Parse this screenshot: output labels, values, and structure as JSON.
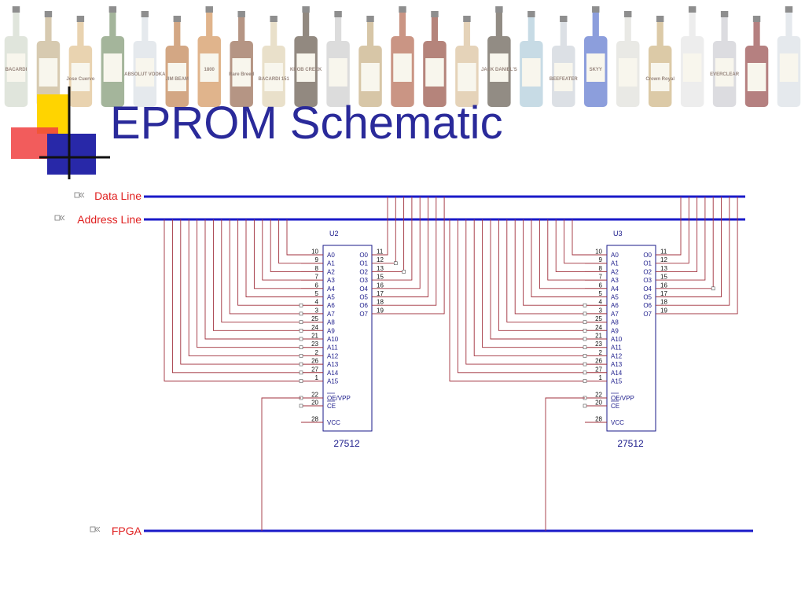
{
  "slide": {
    "title": "EPROM Schematic",
    "colors": {
      "title": "#2a2a9a",
      "bus": "#1a1ac8",
      "wire": "#a0303c",
      "net_label": "#e02020",
      "chip_text": "#1a1a8a"
    }
  },
  "decoration": {
    "bottles": [
      {
        "label": "BACARDI"
      },
      {
        "label": ""
      },
      {
        "label": "Jose Cuervo"
      },
      {
        "label": ""
      },
      {
        "label": "ABSOLUT VODKA"
      },
      {
        "label": "JIM BEAM"
      },
      {
        "label": "1800"
      },
      {
        "label": "Rare Breed"
      },
      {
        "label": "BACARDI 151"
      },
      {
        "label": "KNOB CREEK"
      },
      {
        "label": ""
      },
      {
        "label": ""
      },
      {
        "label": ""
      },
      {
        "label": ""
      },
      {
        "label": ""
      },
      {
        "label": "JACK DANIEL'S"
      },
      {
        "label": ""
      },
      {
        "label": "BEEFEATER"
      },
      {
        "label": "SKYY"
      },
      {
        "label": ""
      },
      {
        "label": "Crown Royal"
      },
      {
        "label": ""
      },
      {
        "label": "EVERCLEAR"
      },
      {
        "label": ""
      },
      {
        "label": ""
      }
    ]
  },
  "net_labels": {
    "data": "Data Line",
    "address": "Address Line",
    "fpga": "FPGA"
  },
  "chips": [
    {
      "ref": "U2",
      "part": "27512",
      "left_pins": [
        {
          "num": "10",
          "name": "A0"
        },
        {
          "num": "9",
          "name": "A1"
        },
        {
          "num": "8",
          "name": "A2"
        },
        {
          "num": "7",
          "name": "A3"
        },
        {
          "num": "6",
          "name": "A4"
        },
        {
          "num": "5",
          "name": "A5"
        },
        {
          "num": "4",
          "name": "A6"
        },
        {
          "num": "3",
          "name": "A7"
        },
        {
          "num": "25",
          "name": "A8"
        },
        {
          "num": "24",
          "name": "A9"
        },
        {
          "num": "21",
          "name": "A10"
        },
        {
          "num": "23",
          "name": "A11"
        },
        {
          "num": "2",
          "name": "A12"
        },
        {
          "num": "26",
          "name": "A13"
        },
        {
          "num": "27",
          "name": "A14"
        },
        {
          "num": "1",
          "name": "A15"
        }
      ],
      "control_pins": [
        {
          "num": "22",
          "name": "OE/VPP"
        },
        {
          "num": "20",
          "name": "CE"
        },
        {
          "num": "28",
          "name": "VCC"
        }
      ],
      "right_pins": [
        {
          "num": "11",
          "name": "O0"
        },
        {
          "num": "12",
          "name": "O1"
        },
        {
          "num": "13",
          "name": "O2"
        },
        {
          "num": "15",
          "name": "O3"
        },
        {
          "num": "16",
          "name": "O4"
        },
        {
          "num": "17",
          "name": "O5"
        },
        {
          "num": "18",
          "name": "O6"
        },
        {
          "num": "19",
          "name": "O7"
        }
      ]
    },
    {
      "ref": "U3",
      "part": "27512",
      "left_pins": [
        {
          "num": "10",
          "name": "A0"
        },
        {
          "num": "9",
          "name": "A1"
        },
        {
          "num": "8",
          "name": "A2"
        },
        {
          "num": "7",
          "name": "A3"
        },
        {
          "num": "6",
          "name": "A4"
        },
        {
          "num": "5",
          "name": "A5"
        },
        {
          "num": "4",
          "name": "A6"
        },
        {
          "num": "3",
          "name": "A7"
        },
        {
          "num": "25",
          "name": "A8"
        },
        {
          "num": "24",
          "name": "A9"
        },
        {
          "num": "21",
          "name": "A10"
        },
        {
          "num": "23",
          "name": "A11"
        },
        {
          "num": "2",
          "name": "A12"
        },
        {
          "num": "26",
          "name": "A13"
        },
        {
          "num": "27",
          "name": "A14"
        },
        {
          "num": "1",
          "name": "A15"
        }
      ],
      "control_pins": [
        {
          "num": "22",
          "name": "OE/VPP"
        },
        {
          "num": "20",
          "name": "CE"
        },
        {
          "num": "28",
          "name": "VCC"
        }
      ],
      "right_pins": [
        {
          "num": "11",
          "name": "O0"
        },
        {
          "num": "12",
          "name": "O1"
        },
        {
          "num": "13",
          "name": "O2"
        },
        {
          "num": "15",
          "name": "O3"
        },
        {
          "num": "16",
          "name": "O4"
        },
        {
          "num": "17",
          "name": "O5"
        },
        {
          "num": "18",
          "name": "O6"
        },
        {
          "num": "19",
          "name": "O7"
        }
      ]
    }
  ]
}
